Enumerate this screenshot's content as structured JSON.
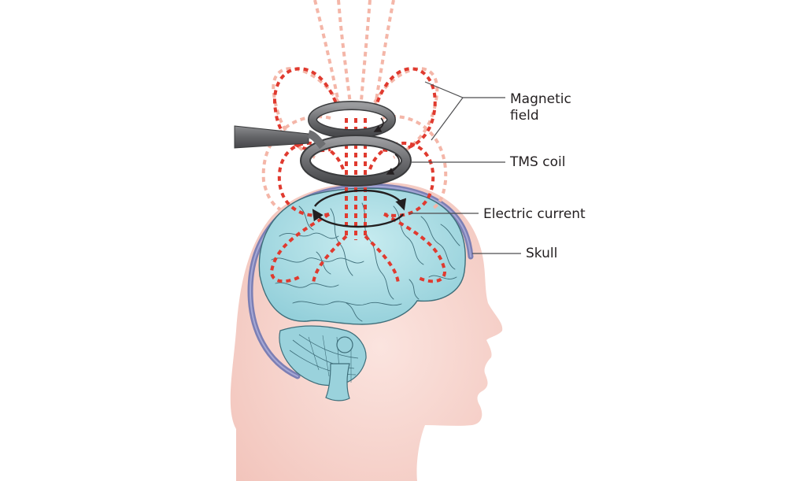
{
  "labels": {
    "magnetic_field_line1": "Magnetic",
    "magnetic_field_line2": "field",
    "tms_coil": "TMS coil",
    "electric_current": "Electric current",
    "skull": "Skull"
  },
  "colors": {
    "background": "#ffffff",
    "head_skin": "#f6d3cc",
    "skull_band": "#7c7fb4",
    "brain": "#a9dce4",
    "brain_outline": "#3e6e7a",
    "coil": "#6d6e71",
    "field_near": "#e03a2f",
    "field_far": "#f4b6a8",
    "current_arrow": "#231f20",
    "leader_line": "#4d4d4f"
  }
}
